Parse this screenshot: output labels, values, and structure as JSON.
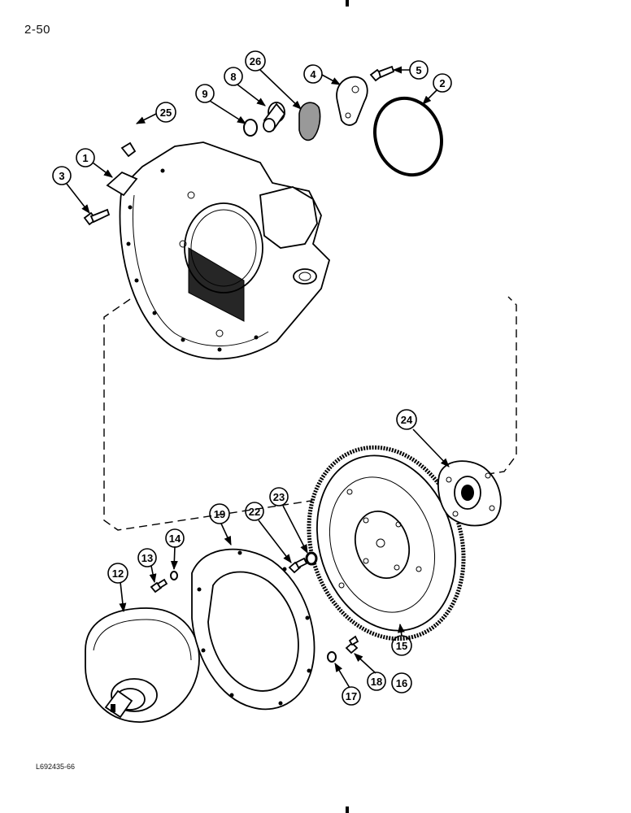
{
  "page": {
    "number": "2-50",
    "drawing_code": "L692435-66"
  },
  "callouts": {
    "c1": "1",
    "c2": "2",
    "c3": "3",
    "c4": "4",
    "c5": "5",
    "c8": "8",
    "c9": "9",
    "c12": "12",
    "c13": "13",
    "c14": "14",
    "c15": "15",
    "c16": "16",
    "c17": "17",
    "c18": "18",
    "c19": "19",
    "c22": "22",
    "c23": "23",
    "c24": "24",
    "c25": "25",
    "c26": "26"
  },
  "colors": {
    "ink": "#000000",
    "paper": "#ffffff"
  }
}
